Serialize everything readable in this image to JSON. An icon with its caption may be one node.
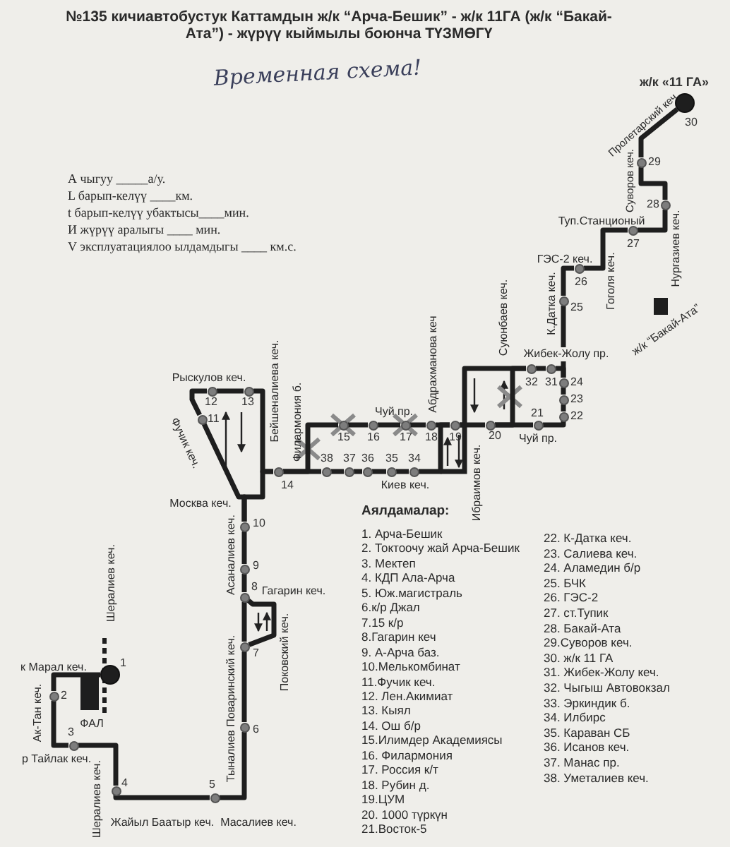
{
  "diagram": {
    "title": "№135 кичиавтобустук Каттамдын ж/к “Арча-Бешик” - ж/к 11ГА (ж/к “Бакай-Ата”) - жүрүү кыймылы боюнча ТҮЗМӨГҮ",
    "nodes": [
      {
        "text": [],
        "shape": "circle",
        "beside": [
          "1"
        ]
      },
      {
        "text": [],
        "shape": "circle",
        "beside": [
          "2"
        ]
      },
      {
        "text": [],
        "shape": "circle",
        "beside": [
          "3"
        ]
      },
      {
        "text": [],
        "shape": "circle",
        "beside": [
          "4"
        ]
      },
      {
        "text": [],
        "shape": "circle",
        "beside": [
          "5"
        ]
      },
      {
        "text": [],
        "shape": "circle",
        "beside": [
          "6"
        ]
      },
      {
        "text": [],
        "shape": "circle",
        "beside": [
          "7"
        ]
      },
      {
        "text": [],
        "shape": "circle",
        "beside": [
          "8"
        ]
      },
      {
        "text": [],
        "shape": "circle",
        "beside": [
          "9"
        ]
      },
      {
        "text": [],
        "shape": "circle",
        "beside": [
          "10"
        ]
      },
      {
        "text": [],
        "shape": "circle",
        "beside": [
          "11"
        ]
      },
      {
        "text": [],
        "shape": "circle",
        "beside": [
          "12"
        ]
      },
      {
        "text": [],
        "shape": "circle",
        "beside": [
          "13"
        ]
      },
      {
        "text": [],
        "shape": "circle",
        "beside": [
          "14"
        ]
      },
      {
        "text": [],
        "shape": "circle",
        "beside": [
          "15"
        ]
      },
      {
        "text": [],
        "shape": "circle",
        "beside": [
          "16"
        ]
      },
      {
        "text": [],
        "shape": "circle",
        "beside": [
          "17"
        ]
      },
      {
        "text": [],
        "shape": "circle",
        "beside": [
          "18"
        ]
      },
      {
        "text": [],
        "shape": "circle",
        "beside": [
          "19"
        ]
      },
      {
        "text": [],
        "shape": "circle",
        "beside": [
          "20"
        ]
      },
      {
        "text": [],
        "shape": "circle",
        "beside": [
          "21"
        ]
      },
      {
        "text": [],
        "shape": "circle",
        "beside": [
          "22"
        ]
      },
      {
        "text": [],
        "shape": "circle",
        "beside": [
          "23"
        ]
      },
      {
        "text": [],
        "shape": "circle",
        "beside": [
          "24"
        ]
      },
      {
        "text": [],
        "shape": "circle",
        "beside": [
          "25"
        ]
      },
      {
        "text": [],
        "shape": "circle",
        "beside": [
          "26"
        ]
      },
      {
        "text": [],
        "shape": "circle",
        "beside": [
          "27"
        ]
      },
      {
        "text": [],
        "shape": "circle",
        "beside": [
          "28"
        ]
      },
      {
        "text": [],
        "shape": "circle",
        "beside": [
          "29"
        ]
      },
      {
        "text": [],
        "shape": "circle",
        "beside": [
          "30",
          "ж/к «11 ГА»"
        ]
      },
      {
        "text": [],
        "shape": "circle",
        "beside": [
          "31"
        ]
      },
      {
        "text": [],
        "shape": "circle",
        "beside": [
          "32"
        ]
      },
      {
        "text": [],
        "shape": "circle",
        "beside": [
          "34"
        ]
      },
      {
        "text": [],
        "shape": "circle",
        "beside": [
          "35"
        ]
      },
      {
        "text": [],
        "shape": "circle",
        "beside": [
          "36"
        ]
      },
      {
        "text": [],
        "shape": "circle",
        "beside": [
          "37"
        ]
      },
      {
        "text": [],
        "shape": "circle",
        "beside": [
          "38"
        ]
      }
    ],
    "edges": [
      {
        "from": 0,
        "to": 1,
        "arrow": "none"
      },
      {
        "from": 1,
        "to": 2,
        "arrow": "none"
      },
      {
        "from": 2,
        "to": 3,
        "arrow": "none"
      },
      {
        "from": 3,
        "to": 4,
        "arrow": "none"
      },
      {
        "from": 4,
        "to": 5,
        "arrow": "none"
      },
      {
        "from": 5,
        "to": 6,
        "arrow": "none"
      },
      {
        "from": 6,
        "to": 7,
        "arrow": "none"
      },
      {
        "from": 7,
        "to": 6,
        "arrow": "none"
      },
      {
        "from": 7,
        "to": 8,
        "arrow": "none"
      },
      {
        "from": 8,
        "to": 9,
        "arrow": "none"
      },
      {
        "from": 9,
        "to": 10,
        "arrow": "none"
      },
      {
        "from": 10,
        "to": 11,
        "arrow": "none"
      },
      {
        "from": 11,
        "to": 12,
        "arrow": "none"
      },
      {
        "from": 12,
        "to": 13,
        "arrow": "none"
      },
      {
        "from": 9,
        "to": 13,
        "arrow": "none"
      },
      {
        "from": 13,
        "to": 36,
        "arrow": "none"
      },
      {
        "from": 36,
        "to": 35,
        "arrow": "none"
      },
      {
        "from": 35,
        "to": 34,
        "arrow": "none"
      },
      {
        "from": 34,
        "to": 33,
        "arrow": "none"
      },
      {
        "from": 33,
        "to": 32,
        "arrow": "none"
      },
      {
        "from": 32,
        "to": 18,
        "arrow": "none"
      },
      {
        "from": 13,
        "to": 14,
        "arrow": "none"
      },
      {
        "from": 14,
        "to": 15,
        "arrow": "none"
      },
      {
        "from": 15,
        "to": 16,
        "arrow": "none"
      },
      {
        "from": 16,
        "to": 17,
        "arrow": "none"
      },
      {
        "from": 17,
        "to": 18,
        "arrow": "none"
      },
      {
        "from": 18,
        "to": 19,
        "arrow": "none"
      },
      {
        "from": 19,
        "to": 20,
        "arrow": "none"
      },
      {
        "from": 20,
        "to": 21,
        "arrow": "none"
      },
      {
        "from": 21,
        "to": 22,
        "arrow": "none"
      },
      {
        "from": 22,
        "to": 23,
        "arrow": "none"
      },
      {
        "from": 23,
        "to": 24,
        "arrow": "none"
      },
      {
        "from": 24,
        "to": 25,
        "arrow": "none"
      },
      {
        "from": 25,
        "to": 26,
        "arrow": "none"
      },
      {
        "from": 26,
        "to": 27,
        "arrow": "none"
      },
      {
        "from": 27,
        "to": 28,
        "arrow": "none"
      },
      {
        "from": 28,
        "to": 29,
        "arrow": "none"
      },
      {
        "from": 18,
        "to": 31,
        "arrow": "none"
      },
      {
        "from": 31,
        "to": 30,
        "arrow": "none"
      },
      {
        "from": 30,
        "to": 23,
        "arrow": "none"
      },
      {
        "from": 19,
        "to": 31,
        "arrow": "none"
      }
    ],
    "labels": [
      "Временная схема!",
      "А чыгуу _____а/у.",
      "L барып-келүү ____км.",
      "t барып-келүү убактысы____мин.",
      "И жүрүү аралыгы ____ мин.",
      "V эксплуатациялоо ылдамдыгы ____ км.с.",
      "Пролетарский кеч.",
      "Суворов кеч.",
      "Нургазиев кеч.",
      "Туп.Станционый",
      "ГЭС-2 кеч.",
      "Гоголя кеч.",
      "К.Датка кеч.",
      "Суюнбаев кеч.",
      "Жибек-Жолу пр.",
      "ж/к “Бакай-Ата”",
      "Рыскулов кеч.",
      "Бейшеналиева кеч.",
      "Фучик кеч.",
      "Филармония б.",
      "Чуй пр.",
      "Абдрахманова кеч",
      "Чуй пр.",
      "Москва кеч.",
      "Киев кеч.",
      "Ибраимов кеч.",
      "Асаналиев кеч.",
      "Гагарин кеч.",
      "Шералиев кеч.",
      "к Марал кеч.",
      "ФАЛ",
      "Поковский кеч.",
      "Ак-Тан кеч.",
      "Тыналиев Поваринский кеч.",
      "р Тайлак кеч.",
      "Шералиев кеч.",
      "Жайыл Баатыр кеч.",
      "Масалиев кеч.",
      "Аялдамалар:",
      "1. Арча-Бешик",
      "2. Токтоочу жай Арча-Бешик",
      "3. Мектеп",
      "4. КДП Ала-Арча",
      "5. Юж.магистраль",
      "6.к/р Джал",
      "7.15 к/р",
      "8.Гагарин кеч",
      "9.  А-Арча баз.",
      "10.Мелькомбинат",
      "11.Фучик кеч.",
      "12. Лен.Акимиат",
      "13. Кыял",
      "14. Ош б/р",
      "15.Илимдер Академиясы",
      "16. Филармония",
      "17.  Россия к/т",
      "18. Рубин д.",
      "19.ЦУМ",
      "20. 1000 түркүн",
      "21.Восток-5",
      "22. К-Датка кеч.",
      "23. Салиева кеч.",
      "24. Аламедин б/р",
      "25. БЧК",
      "26. ГЭС-2",
      "27. ст.Тупик",
      "28. Бакай-Ата",
      "29.Суворов кеч.",
      "30. ж/к 11 ГА",
      "31. Жибек-Жолу кеч.",
      "32. Чыгыш Автовокзал",
      "33. Эркиндик б.",
      "34. Илбирс",
      "35. Караван СБ",
      "36. Исанов кеч.",
      "37. Манас пр.",
      "38. Уметалиев кеч."
    ]
  }
}
